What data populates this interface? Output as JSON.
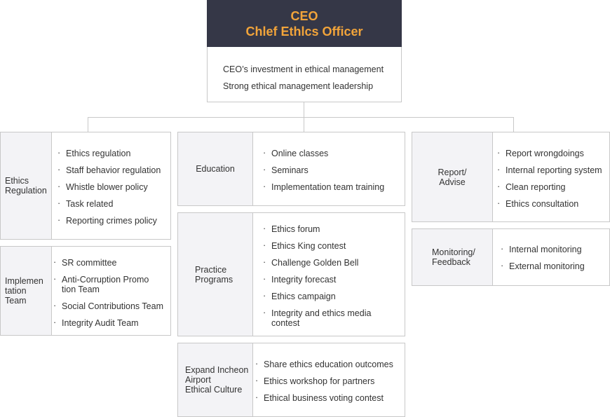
{
  "top": {
    "title_line1": "CEO",
    "title_line2": "Chlef Ethlcs Officer",
    "lines": [
      "CEO’s investment in ethical management",
      "Strong ethical management leadership"
    ]
  },
  "boxes": {
    "ethics_regulation": {
      "label": "Ethics\nRegulation",
      "items": [
        "Ethics regulation",
        "Staff behavior regulation",
        "Whistle blower policy",
        "Task related",
        "Reporting crimes policy"
      ]
    },
    "implementation_team": {
      "label": "Implemen\ntation\nTeam",
      "items": [
        "SR committee",
        "Anti-Corruption Promo\ntion Team",
        "Social Contributions Team",
        "Integrity Audit Team"
      ]
    },
    "education": {
      "label": "Education",
      "items": [
        "Online classes",
        "Seminars",
        "Implementation team training"
      ]
    },
    "practice_programs": {
      "label": "Practice\nPrograms",
      "items": [
        "Ethics forum",
        "Ethics King contest",
        "Challenge Golden Bell",
        "Integrity forecast",
        "Ethics campaign",
        "Integrity and ethics media\ncontest"
      ]
    },
    "expand_culture": {
      "label": "Expand Incheon\nAirport\nEthical Culture",
      "items": [
        "Share ethics education outcomes",
        "Ethics workshop for partners",
        "Ethical business voting contest"
      ]
    },
    "report_advise": {
      "label": "Report/\nAdvise",
      "items": [
        "Report wrongdoings",
        "Internal reporting system",
        "Clean reporting",
        "Ethics consultation"
      ]
    },
    "monitoring_feedback": {
      "label": "Monitoring/\nFeedback",
      "items": [
        "Internal monitoring",
        "External monitoring"
      ]
    }
  }
}
